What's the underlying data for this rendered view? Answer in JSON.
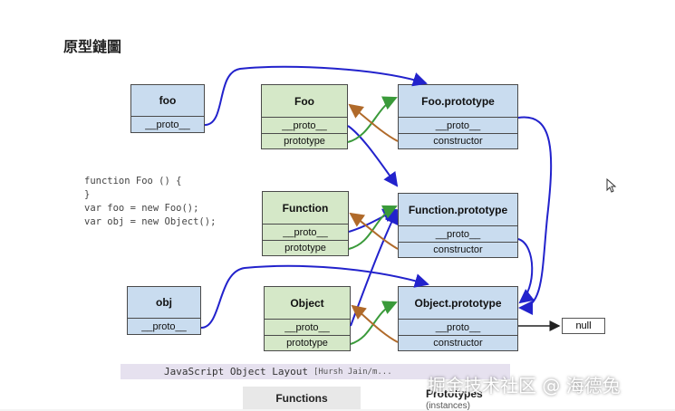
{
  "title": "原型鏈圖",
  "code_lines": [
    "function Foo () {",
    "}",
    "var foo = new Foo();",
    "var obj = new Object();"
  ],
  "boxes": {
    "foo": {
      "header": "foo",
      "rows": [
        "__proto__"
      ]
    },
    "Foo": {
      "header": "Foo",
      "rows": [
        "__proto__",
        "prototype"
      ]
    },
    "foo_prototype": {
      "header": "Foo.prototype",
      "rows": [
        "__proto__",
        "constructor"
      ]
    },
    "Function": {
      "header": "Function",
      "rows": [
        "__proto__",
        "prototype"
      ]
    },
    "function_prototype": {
      "header": "Function.prototype",
      "rows": [
        "__proto__",
        "constructor"
      ]
    },
    "obj": {
      "header": "obj",
      "rows": [
        "__proto__"
      ]
    },
    "Object": {
      "header": "Object",
      "rows": [
        "__proto__",
        "prototype"
      ]
    },
    "object_prototype": {
      "header": "Object.prototype",
      "rows": [
        "__proto__",
        "constructor"
      ]
    }
  },
  "null_label": "null",
  "caption": {
    "text": "JavaScript Object Layout",
    "cite": "[Hursh Jain/m..."
  },
  "columns": {
    "functions": "Functions",
    "prototypes": "Prototypes",
    "prototypes_sub": "(instances)"
  },
  "watermark": "掘金技术社区 @ 海德兔",
  "colors": {
    "proto_link": "#2222cc",
    "prototype_link": "#3a9a3a",
    "constructor_link": "#b06a2a",
    "function_box": "#d5e8c8",
    "object_box": "#c9dcef"
  }
}
